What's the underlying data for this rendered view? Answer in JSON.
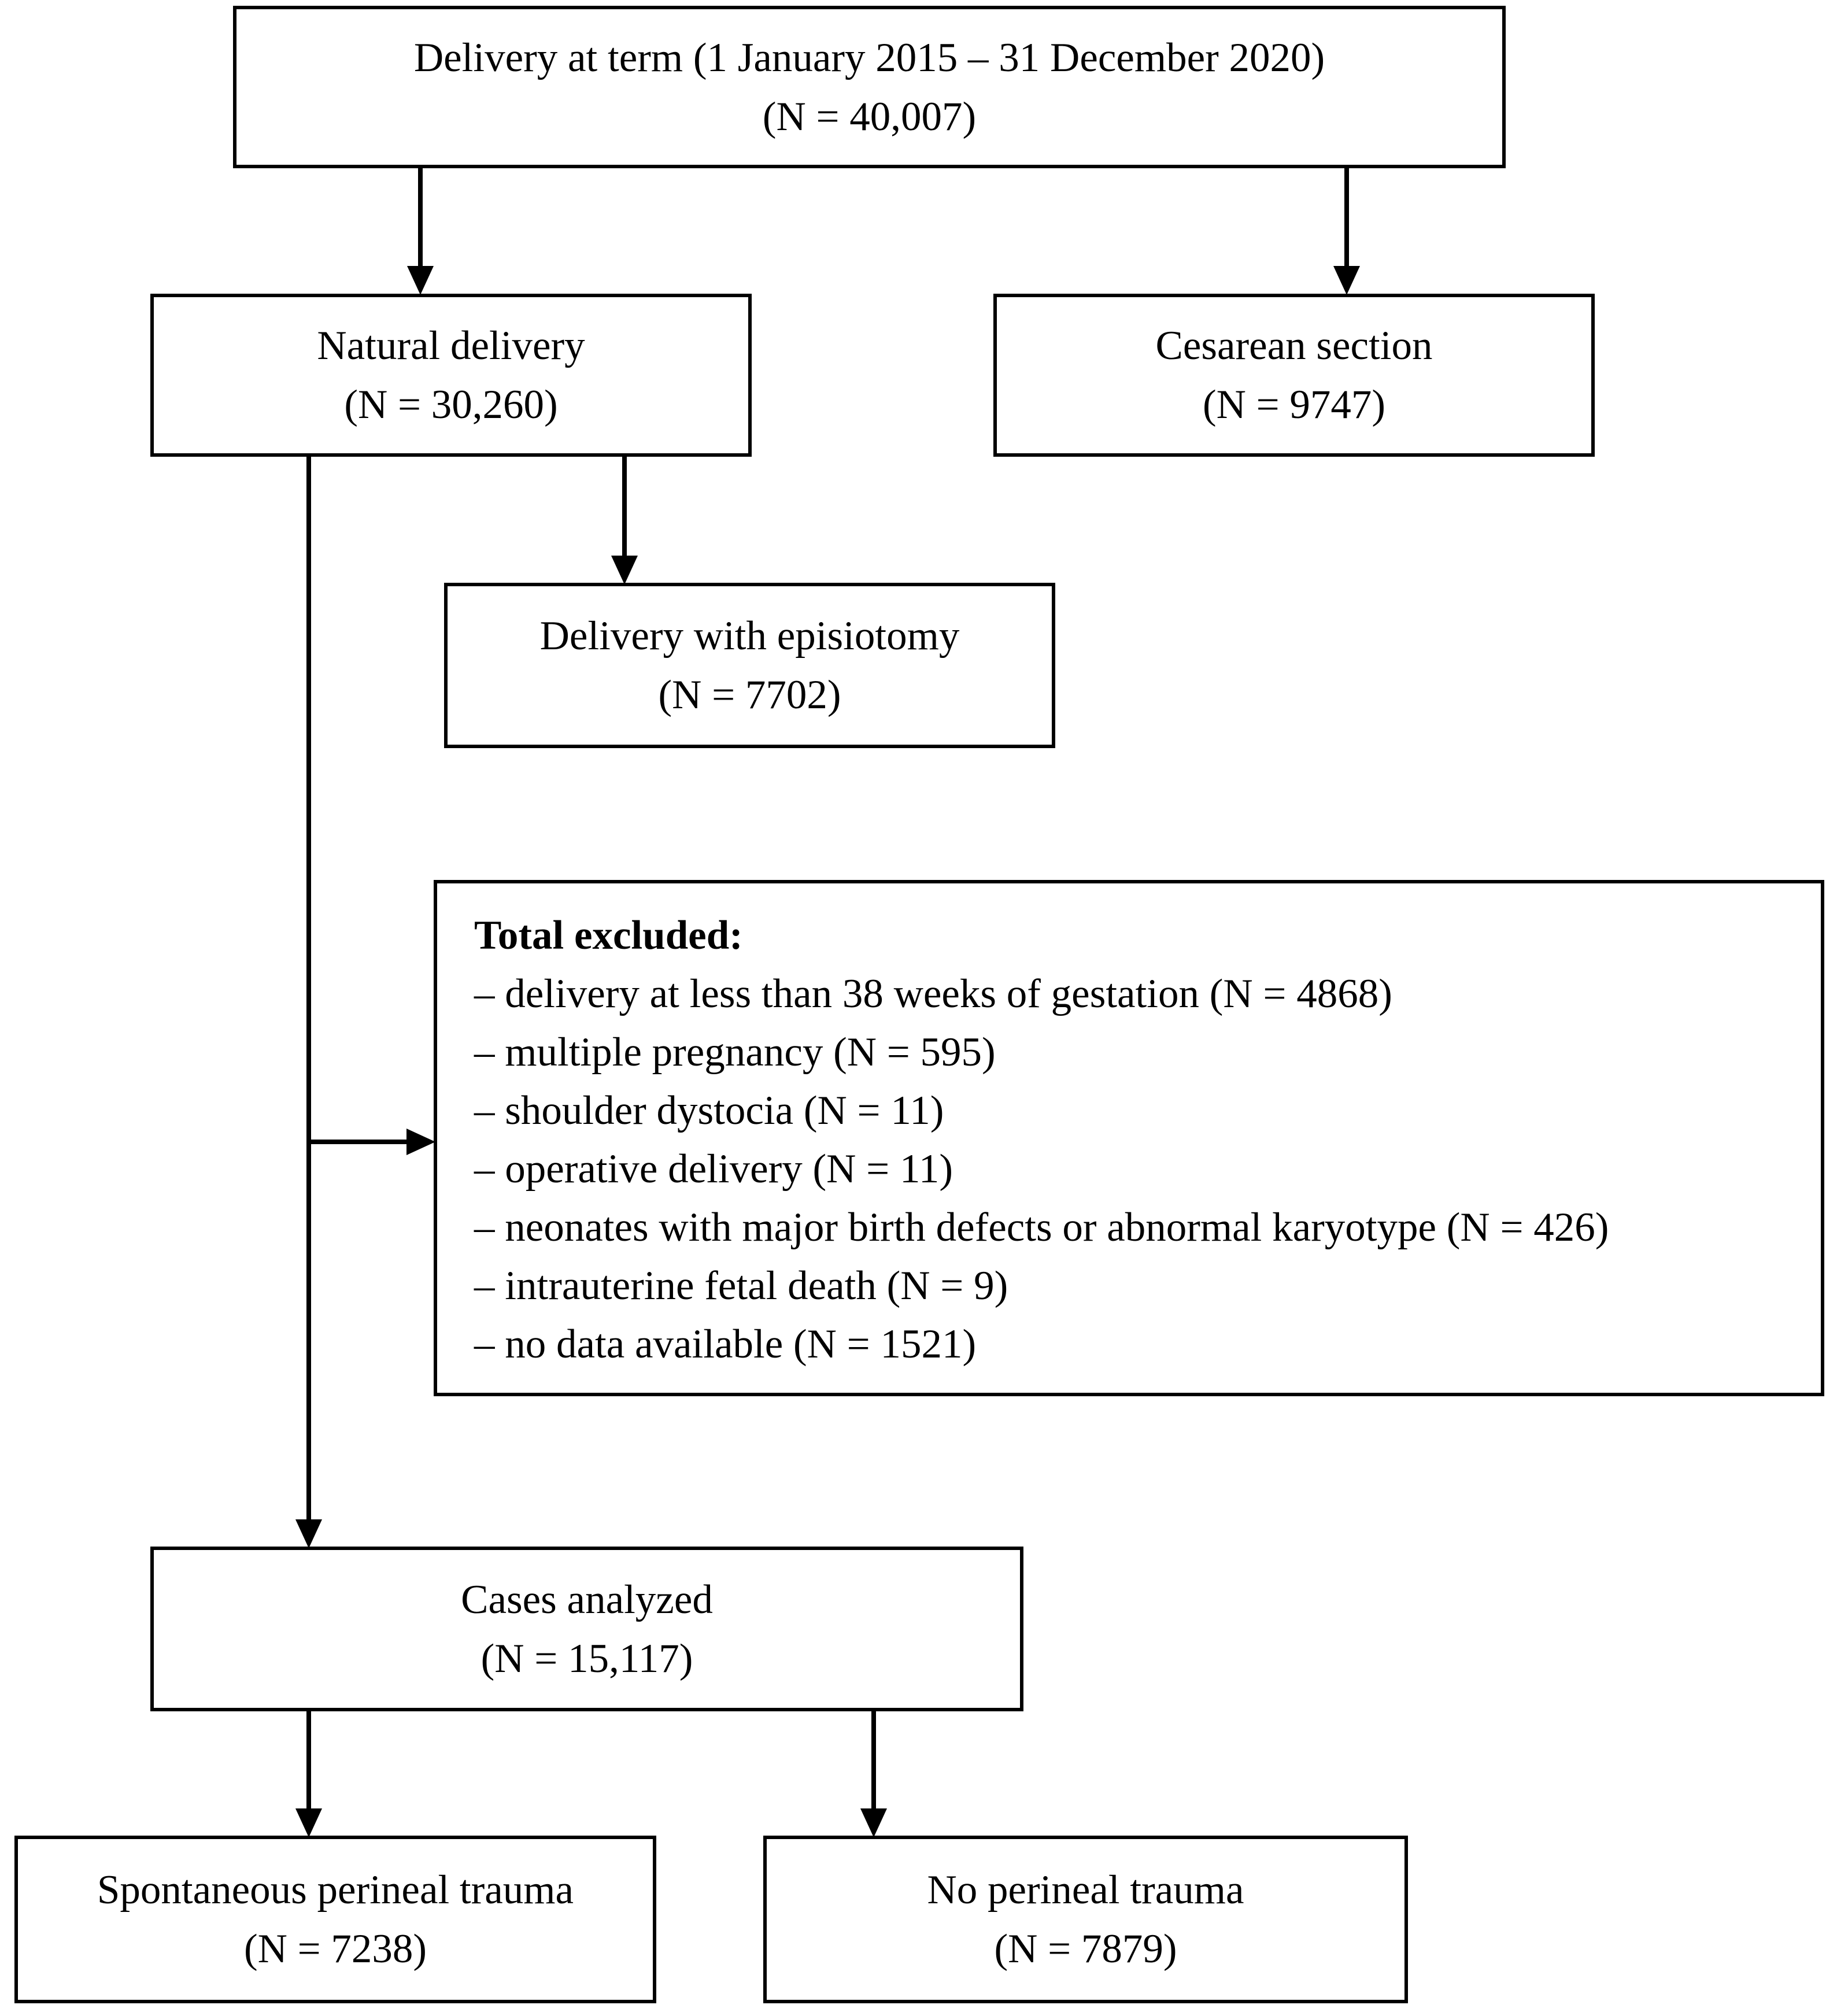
{
  "flowchart": {
    "start": {
      "title": "Delivery at term (1 January 2015 – 31 December  2020)",
      "count": "(N = 40,007)"
    },
    "natural": {
      "title": "Natural delivery",
      "count": "(N = 30,260)"
    },
    "cesarean": {
      "title": "Cesarean section",
      "count": "(N = 9747)"
    },
    "episiotomy": {
      "title": "Delivery with episiotomy",
      "count": "(N = 7702)"
    },
    "excluded": {
      "heading": "Total excluded:",
      "items": [
        "– delivery at less than 38 weeks of gestation (N = 4868)",
        "– multiple pregnancy (N = 595)",
        "– shoulder dystocia (N = 11)",
        "– operative delivery (N = 11)",
        "– neonates with major birth defects or abnormal karyotype (N = 426)",
        "– intrauterine fetal death (N = 9)",
        "– no data available (N = 1521)"
      ]
    },
    "analyzed": {
      "title": "Cases analyzed",
      "count": "(N = 15,117)"
    },
    "trauma": {
      "title": "Spontaneous perineal trauma",
      "count": "(N = 7238)"
    },
    "no_trauma": {
      "title": "No perineal trauma",
      "count": "(N = 7879)"
    }
  }
}
